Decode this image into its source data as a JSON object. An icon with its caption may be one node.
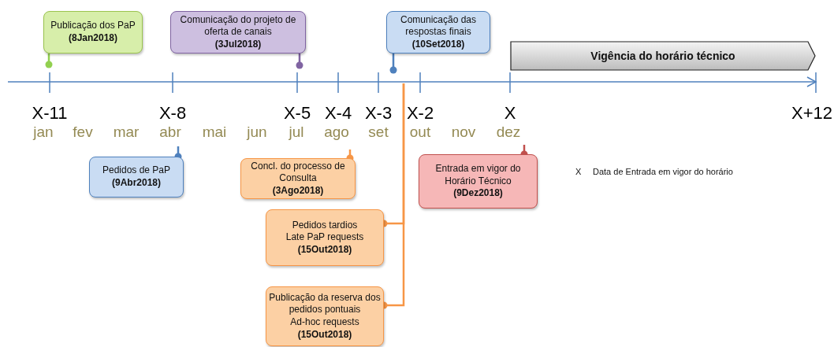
{
  "diagram": {
    "nodes": [
      {
        "text": [
          "Publicação dos PaP",
          "(8Jan2018)"
        ]
      },
      {
        "text": [
          "Comunicação do projeto de oferta de canais",
          "(3Jul2018)"
        ]
      },
      {
        "text": [
          "Comunicação das respostas finais",
          "(10Set2018)"
        ]
      },
      {
        "text": [
          "Vigência do horário técnico"
        ]
      },
      {
        "text": [
          "Pedidos de PaP",
          "(9Abr2018)"
        ]
      },
      {
        "text": [
          "Concl. do processo de Consulta",
          "(3Ago2018)"
        ]
      },
      {
        "text": [
          "Entrada em vigor do Horário Técnico",
          "(9Dez2018)"
        ]
      },
      {
        "text": [
          "Pedidos tardios",
          "Late PaP requests",
          "(15Out2018)"
        ]
      },
      {
        "text": [
          "Publicação da reserva dos pedidos pontuais",
          "Ad-hoc requests",
          "(15Out2018)"
        ]
      }
    ],
    "edges": [
      {
        "from": 0,
        "to": null,
        "arrow": "other",
        "color": "#92d050"
      },
      {
        "from": 1,
        "to": null,
        "arrow": "other",
        "color": "#8064a2"
      },
      {
        "from": 2,
        "to": null,
        "arrow": "other",
        "color": "#4f81bd"
      },
      {
        "from": 4,
        "to": null,
        "arrow": "other",
        "color": "#4f81bd"
      },
      {
        "from": 5,
        "to": null,
        "arrow": "other",
        "color": "#f79646"
      },
      {
        "from": 6,
        "to": null,
        "arrow": "other",
        "color": "#c0504d"
      },
      {
        "from": null,
        "to": 7,
        "arrow": "other",
        "color": "#f79646"
      },
      {
        "from": null,
        "to": 8,
        "arrow": "other",
        "color": "#f79646"
      }
    ],
    "labels": [
      "X-11",
      "X-8",
      "X-5",
      "X-4",
      "X-3",
      "X-2",
      "X",
      "X+12",
      "jan",
      "fev",
      "mar",
      "abr",
      "mai",
      "jun",
      "jul",
      "ago",
      "set",
      "out",
      "nov",
      "dez",
      "X",
      "Data de Entrada em vigor do horário"
    ]
  }
}
